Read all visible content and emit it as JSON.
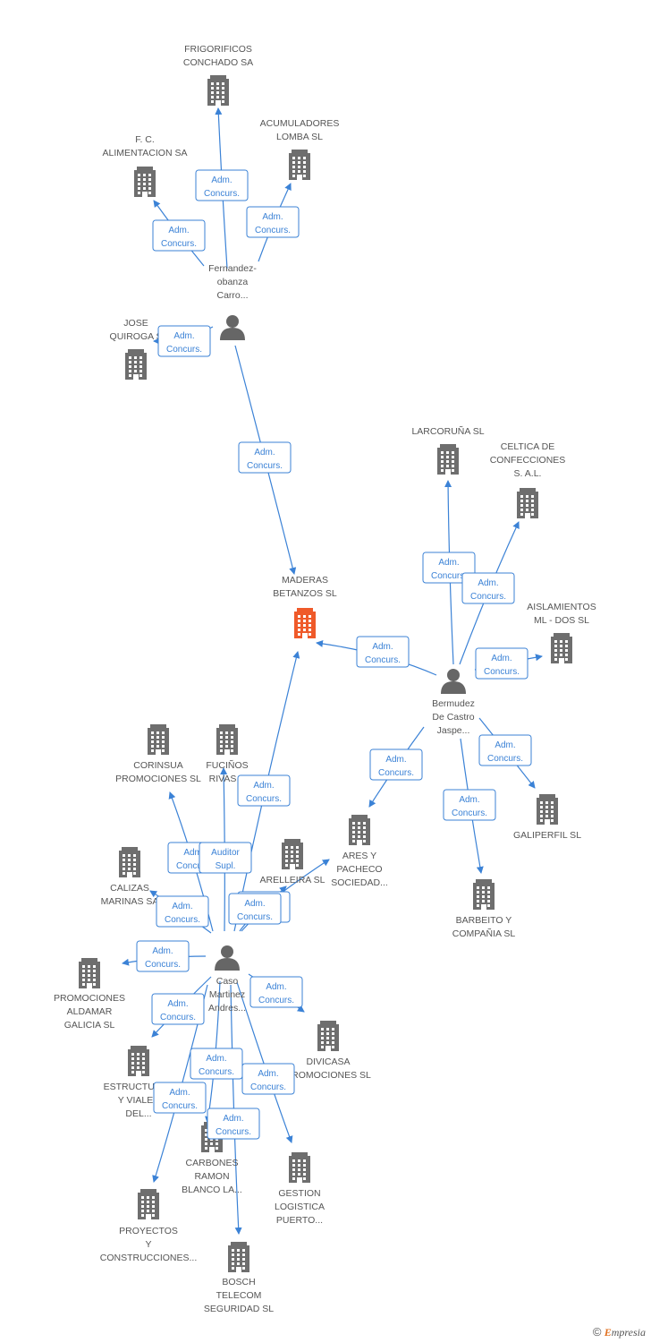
{
  "colors": {
    "edge": "#3b82d6",
    "company": "#6e6e6e",
    "focus_company": "#ef5a2a",
    "person": "#666666",
    "label": "#555555"
  },
  "footer": {
    "copyright": "©",
    "brand_initial": "E",
    "brand_rest": "mpresia"
  },
  "nodes": [
    {
      "id": "frigorificos",
      "type": "company",
      "icon": "building-icon",
      "label": [
        "FRIGORIFICOS",
        "CONCHADO SA"
      ]
    },
    {
      "id": "acumuladores",
      "type": "company",
      "icon": "building-icon",
      "label": [
        "ACUMULADORES",
        "LOMBA SL"
      ]
    },
    {
      "id": "fc_alimentacion",
      "type": "company",
      "icon": "building-icon",
      "label": [
        "F. C.",
        "ALIMENTACION SA"
      ]
    },
    {
      "id": "fernandez",
      "type": "person",
      "icon": "person-icon",
      "label": [
        "Fernandez-",
        "obanza",
        "Carro..."
      ]
    },
    {
      "id": "jose_quiroga",
      "type": "company",
      "icon": "building-icon",
      "label": [
        "JOSE",
        "QUIROGA S"
      ]
    },
    {
      "id": "maderas",
      "type": "focus",
      "icon": "building-icon",
      "label": [
        "MADERAS",
        "BETANZOS SL"
      ]
    },
    {
      "id": "larcoruna",
      "type": "company",
      "icon": "building-icon",
      "label": [
        "LARCORUÑA SL"
      ]
    },
    {
      "id": "celtica",
      "type": "company",
      "icon": "building-icon",
      "label": [
        "CELTICA DE",
        "CONFECCIONES",
        "S. A.L."
      ]
    },
    {
      "id": "aislamientos",
      "type": "company",
      "icon": "building-icon",
      "label": [
        "AISLAMIENTOS",
        "ML - DOS SL"
      ]
    },
    {
      "id": "bermudez",
      "type": "person",
      "icon": "person-icon",
      "label": [
        "Bermudez",
        "De Castro",
        "Jaspe..."
      ]
    },
    {
      "id": "galiperfil",
      "type": "company",
      "icon": "building-icon",
      "label": [
        "GALIPERFIL SL"
      ]
    },
    {
      "id": "barbeito",
      "type": "company",
      "icon": "building-icon",
      "label": [
        "BARBEITO Y",
        "COMPAÑIA SL"
      ]
    },
    {
      "id": "ares",
      "type": "company",
      "icon": "building-icon",
      "label": [
        "ARES Y",
        "PACHECO",
        "SOCIEDAD..."
      ]
    },
    {
      "id": "corinsua",
      "type": "company",
      "icon": "building-icon",
      "label": [
        "CORINSUA",
        "PROMOCIONES SL"
      ]
    },
    {
      "id": "fucinos",
      "type": "company",
      "icon": "building-icon",
      "label": [
        "FUCIÑOS",
        "RIVAS S"
      ]
    },
    {
      "id": "calizas",
      "type": "company",
      "icon": "building-icon",
      "label": [
        "CALIZAS",
        "MARINAS SA"
      ]
    },
    {
      "id": "arelleira",
      "type": "company",
      "icon": "building-icon",
      "label": [
        "ARELLEIRA SL"
      ]
    },
    {
      "id": "caso",
      "type": "person",
      "icon": "person-icon",
      "label": [
        "Caso",
        "Martinez",
        "Andres..."
      ]
    },
    {
      "id": "promociones_aldamar",
      "type": "company",
      "icon": "building-icon",
      "label": [
        "PROMOCIONES",
        "ALDAMAR",
        "GALICIA SL"
      ]
    },
    {
      "id": "divicasa",
      "type": "company",
      "icon": "building-icon",
      "label": [
        "DIVICASA",
        "PROMOCIONES SL"
      ]
    },
    {
      "id": "estructuras",
      "type": "company",
      "icon": "building-icon",
      "label": [
        "ESTRUCTURAS",
        "Y VIALES",
        "DEL..."
      ]
    },
    {
      "id": "carbones",
      "type": "company",
      "icon": "building-icon",
      "label": [
        "CARBONES",
        "RAMON",
        "BLANCO LA..."
      ]
    },
    {
      "id": "gestion",
      "type": "company",
      "icon": "building-icon",
      "label": [
        "GESTION",
        "LOGISTICA",
        "PUERTO..."
      ]
    },
    {
      "id": "proyectos",
      "type": "company",
      "icon": "building-icon",
      "label": [
        "PROYECTOS",
        "Y",
        "CONSTRUCCIONES..."
      ]
    },
    {
      "id": "bosch",
      "type": "company",
      "icon": "building-icon",
      "label": [
        "BOSCH",
        "TELECOM",
        "SEGURIDAD SL"
      ]
    }
  ],
  "edges": [
    {
      "from": "fernandez",
      "to": "frigorificos",
      "label": [
        "Adm.",
        "Concurs."
      ]
    },
    {
      "from": "fernandez",
      "to": "acumuladores",
      "label": [
        "Adm.",
        "Concurs."
      ]
    },
    {
      "from": "fernandez",
      "to": "fc_alimentacion",
      "label": [
        "Adm.",
        "Concurs."
      ]
    },
    {
      "from": "fernandez",
      "to": "jose_quiroga",
      "label": [
        "Adm.",
        "Concurs."
      ]
    },
    {
      "from": "fernandez",
      "to": "maderas",
      "label": [
        "Adm.",
        "Concurs."
      ]
    },
    {
      "from": "bermudez",
      "to": "larcoruna",
      "label": [
        "Adm.",
        "Concurs."
      ]
    },
    {
      "from": "bermudez",
      "to": "celtica",
      "label": [
        "Adm.",
        "Concurs."
      ]
    },
    {
      "from": "bermudez",
      "to": "aislamientos",
      "label": [
        "Adm.",
        "Concurs."
      ]
    },
    {
      "from": "bermudez",
      "to": "maderas",
      "label": [
        "Adm.",
        "Concurs."
      ]
    },
    {
      "from": "bermudez",
      "to": "galiperfil",
      "label": [
        "Adm.",
        "Concurs."
      ]
    },
    {
      "from": "bermudez",
      "to": "barbeito",
      "label": [
        "Adm.",
        "Concurs."
      ]
    },
    {
      "from": "bermudez",
      "to": "ares",
      "label": [
        "Adm.",
        "Concurs."
      ]
    },
    {
      "from": "caso",
      "to": "maderas",
      "label": [
        "Adm.",
        "Concurs."
      ]
    },
    {
      "from": "caso",
      "to": "corinsua",
      "label": [
        "Adm.",
        "Concurs."
      ]
    },
    {
      "from": "caso",
      "to": "fucinos",
      "label": [
        "Auditor",
        "Supl."
      ]
    },
    {
      "from": "caso",
      "to": "calizas",
      "label": [
        "Adm.",
        "Concurs."
      ]
    },
    {
      "from": "caso",
      "to": "arelleira",
      "label": [
        "Adm.",
        "Concurs."
      ]
    },
    {
      "from": "caso",
      "to": "ares",
      "label": [
        "Adm.",
        "Concurs."
      ]
    },
    {
      "from": "caso",
      "to": "promociones_aldamar",
      "label": [
        "Adm.",
        "Concurs."
      ]
    },
    {
      "from": "caso",
      "to": "divicasa",
      "label": [
        "Adm.",
        "Concurs."
      ]
    },
    {
      "from": "caso",
      "to": "estructuras",
      "label": [
        "Adm.",
        "Concurs."
      ]
    },
    {
      "from": "caso",
      "to": "carbones",
      "label": [
        "Adm.",
        "Concurs."
      ]
    },
    {
      "from": "caso",
      "to": "gestion",
      "label": [
        "Adm.",
        "Concurs."
      ]
    },
    {
      "from": "caso",
      "to": "proyectos",
      "label": [
        "Adm.",
        "Concurs."
      ]
    },
    {
      "from": "caso",
      "to": "bosch",
      "label": [
        "Adm.",
        "Concurs."
      ]
    }
  ]
}
